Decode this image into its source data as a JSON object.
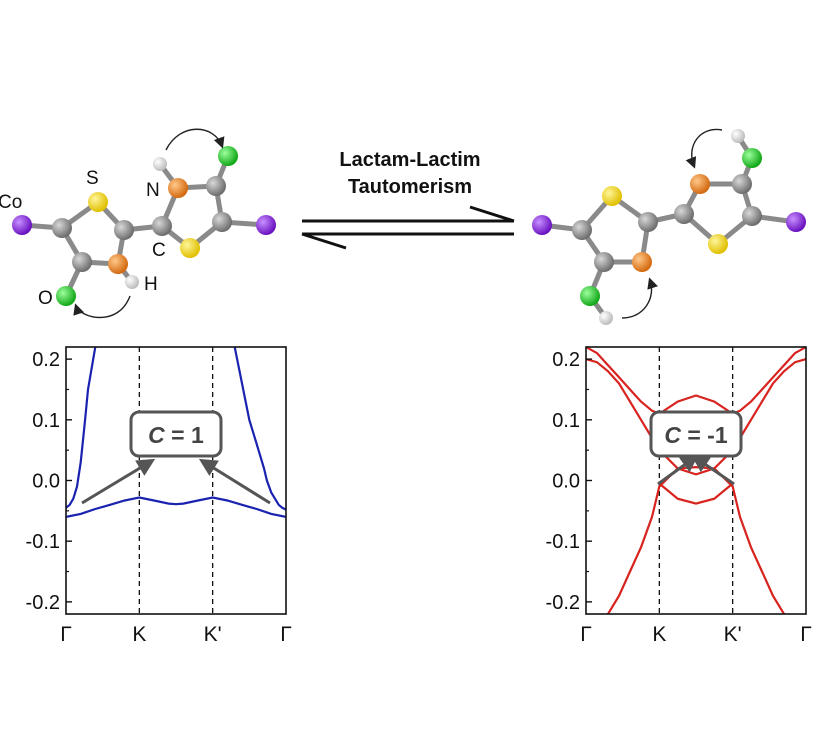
{
  "reaction": {
    "line1": "Lactam-Lactim",
    "line2": "Tautomerism"
  },
  "atom_labels": {
    "co": "Co",
    "s": "S",
    "n": "N",
    "c": "C",
    "o": "O",
    "h": "H"
  },
  "colors": {
    "carbon": "#8a8a8a",
    "sulfur": "#f2d21c",
    "nitrogen": "#e8821e",
    "oxygen": "#2fc432",
    "hydrogen": "#f2f2f2",
    "cobalt": "#8a2be2",
    "band_left": "#1a22b0",
    "band_right": "#d8231f",
    "badge_border": "#555555",
    "arrow": "#555555"
  },
  "chart_data": [
    {
      "type": "line",
      "x_ticks": [
        "Γ",
        "K",
        "K'",
        "Γ"
      ],
      "y_ticks": [
        "0.2",
        "0.1",
        "0.0",
        "-0.1",
        "-0.2"
      ],
      "ylim": [
        -0.22,
        0.22
      ],
      "kpath": [
        0,
        1,
        2,
        3
      ],
      "annotation": {
        "prefix": "C",
        "value": " = 1"
      },
      "series": [
        {
          "x": [
            0.0,
            0.05,
            0.1,
            0.15,
            0.2,
            0.26,
            0.3,
            0.4,
            0.5,
            0.6,
            0.7,
            0.8,
            0.9,
            1.0,
            1.1,
            1.2,
            1.3,
            1.4,
            1.5,
            1.6,
            1.7,
            1.8,
            1.9,
            2.0,
            2.1,
            2.2,
            2.3,
            2.4,
            2.5,
            2.6,
            2.7,
            2.74,
            2.8,
            2.85,
            2.9,
            2.95,
            3.0
          ],
          "y": [
            -0.045,
            -0.04,
            -0.03,
            -0.01,
            0.03,
            0.1,
            0.15,
            0.22,
            0.24,
            0.24,
            0.24,
            0.24,
            0.24,
            0.24,
            0.24,
            0.24,
            0.24,
            0.24,
            0.24,
            0.24,
            0.24,
            0.24,
            0.24,
            0.24,
            0.24,
            0.24,
            0.22,
            0.16,
            0.1,
            0.06,
            0.02,
            0.0,
            -0.02,
            -0.03,
            -0.04,
            -0.045,
            -0.048
          ]
        },
        {
          "x": [
            0.0,
            0.2,
            0.4,
            0.6,
            0.8,
            1.0,
            1.2,
            1.4,
            1.5,
            1.6,
            1.8,
            2.0,
            2.2,
            2.4,
            2.6,
            2.8,
            3.0
          ],
          "y": [
            -0.06,
            -0.055,
            -0.047,
            -0.04,
            -0.033,
            -0.028,
            -0.033,
            -0.038,
            -0.039,
            -0.038,
            -0.033,
            -0.028,
            -0.033,
            -0.04,
            -0.047,
            -0.055,
            -0.06
          ]
        }
      ]
    },
    {
      "type": "line",
      "x_ticks": [
        "Γ",
        "K",
        "K'",
        "Γ"
      ],
      "y_ticks": [
        "0.2",
        "0.1",
        "0.0",
        "-0.1",
        "-0.2"
      ],
      "ylim": [
        -0.22,
        0.22
      ],
      "kpath": [
        0,
        1,
        2,
        3
      ],
      "annotation": {
        "prefix": "C",
        "value": " = -1"
      },
      "series": [
        {
          "x": [
            0.0,
            0.15,
            0.3,
            0.45,
            0.6,
            0.75,
            0.9,
            1.0,
            1.25,
            1.5,
            1.75,
            2.0,
            2.1,
            2.25,
            2.4,
            2.55,
            2.7,
            2.85,
            3.0
          ],
          "y": [
            0.22,
            0.21,
            0.19,
            0.17,
            0.15,
            0.13,
            0.115,
            0.11,
            0.13,
            0.14,
            0.13,
            0.11,
            0.115,
            0.13,
            0.15,
            0.17,
            0.19,
            0.21,
            0.22
          ]
        },
        {
          "x": [
            0.0,
            0.15,
            0.3,
            0.45,
            0.6,
            0.75,
            0.9,
            1.0,
            1.25,
            1.5,
            1.75,
            2.0,
            2.1,
            2.25,
            2.4,
            2.55,
            2.7,
            2.85,
            3.0
          ],
          "y": [
            0.2,
            0.195,
            0.18,
            0.16,
            0.13,
            0.1,
            0.07,
            0.05,
            0.02,
            0.01,
            0.02,
            0.05,
            0.07,
            0.1,
            0.13,
            0.16,
            0.18,
            0.195,
            0.2
          ]
        },
        {
          "x": [
            0.3,
            0.45,
            0.6,
            0.75,
            0.9,
            1.0,
            1.25,
            1.5,
            1.75,
            2.0,
            2.1,
            2.25,
            2.4,
            2.55,
            2.7
          ],
          "y": [
            -0.22,
            -0.19,
            -0.15,
            -0.11,
            -0.06,
            -0.01,
            0.02,
            0.022,
            0.02,
            -0.01,
            -0.06,
            -0.11,
            -0.15,
            -0.19,
            -0.22
          ]
        },
        {
          "x": [
            1.0,
            1.25,
            1.5,
            1.75,
            2.0
          ],
          "y": [
            -0.005,
            -0.03,
            -0.038,
            -0.03,
            -0.005
          ]
        }
      ]
    }
  ]
}
